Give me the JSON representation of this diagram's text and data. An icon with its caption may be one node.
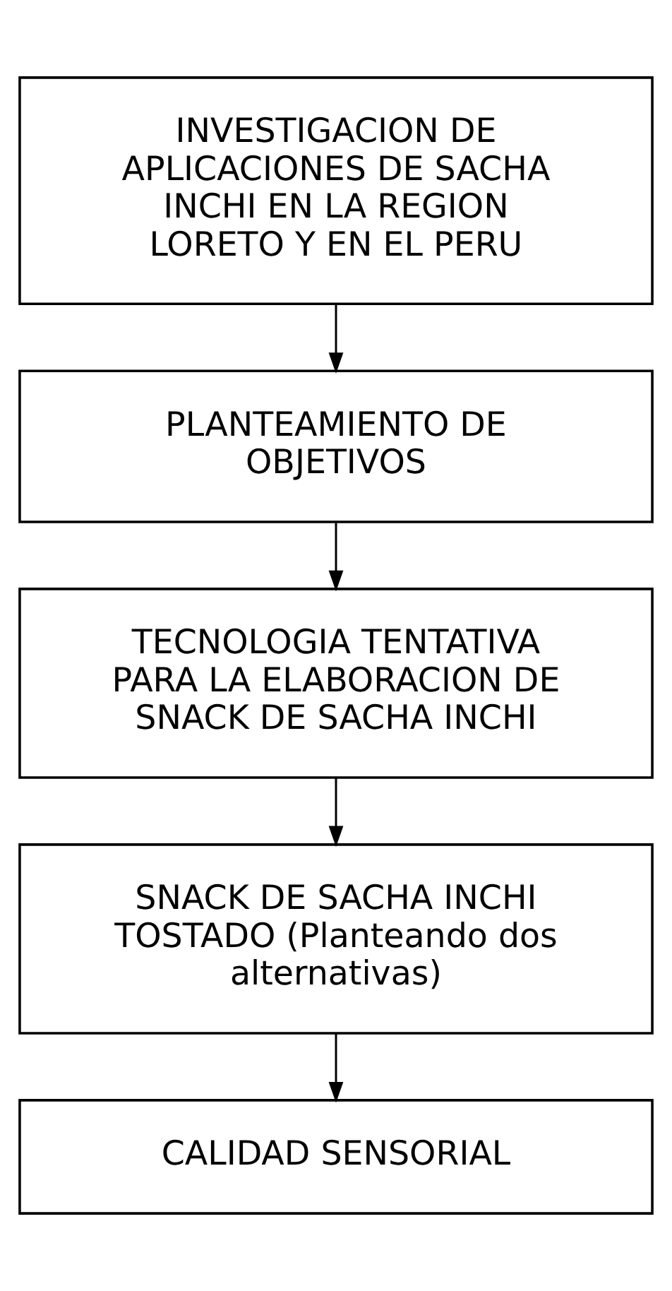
{
  "diagram": {
    "nodes": [
      {
        "text": [
          "INVESTIGACION DE APLICACIONES DE SACHA INCHI EN LA REGION LORETO Y EN EL PERU"
        ]
      },
      {
        "text": [
          "PLANTEAMIENTO DE OBJETIVOS"
        ]
      },
      {
        "text": [
          "TECNOLOGIA TENTATIVA PARA LA ELABORACION DE SNACK DE SACHA INCHI"
        ]
      },
      {
        "text": [
          "SNACK DE SACHA INCHI TOSTADO (Planteando dos alternativas)"
        ]
      },
      {
        "text": [
          "CALIDAD SENSORIAL"
        ]
      }
    ],
    "edges": [
      {
        "from": 0,
        "to": 1,
        "arrow": "to"
      },
      {
        "from": 1,
        "to": 2,
        "arrow": "to"
      },
      {
        "from": 2,
        "to": 3,
        "arrow": "to"
      },
      {
        "from": 3,
        "to": 4,
        "arrow": "to"
      }
    ]
  }
}
